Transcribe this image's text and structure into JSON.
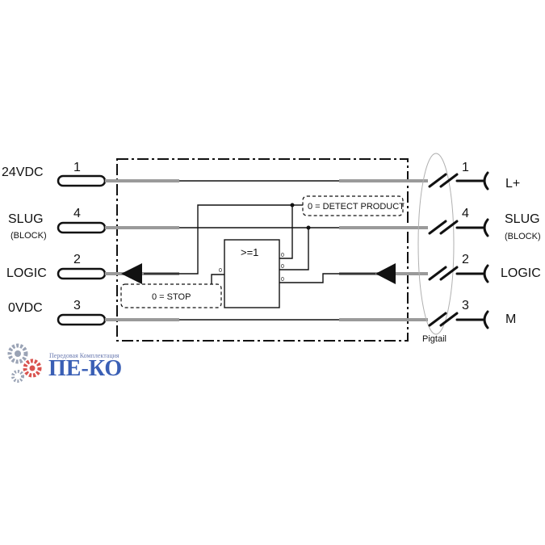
{
  "colors": {
    "line": "#111111",
    "wire_grey": "#9a9a9a",
    "logo_blue": "#3a5fb5",
    "logo_gear_grey": "#9aa3b5",
    "logo_gear_red": "#d9534f"
  },
  "left_pins": [
    {
      "label": "24VDC",
      "num": "1",
      "sub": ""
    },
    {
      "label": "SLUG",
      "num": "4",
      "sub": "(BLOCK)"
    },
    {
      "label": "LOGIC",
      "num": "2",
      "sub": ""
    },
    {
      "label": "0VDC",
      "num": "3",
      "sub": ""
    }
  ],
  "right_pins": [
    {
      "label": "L+",
      "num": "1",
      "sub": ""
    },
    {
      "label": "SLUG",
      "num": "4",
      "sub": "(BLOCK)"
    },
    {
      "label": "LOGIC",
      "num": "2",
      "sub": ""
    },
    {
      "label": "M",
      "num": "3",
      "sub": ""
    }
  ],
  "gate": {
    "label": ">=1",
    "input_zero": "0",
    "output_zeros": [
      "0",
      "0",
      "0"
    ]
  },
  "annotations": {
    "detect": "0 = DETECT PRODUCT",
    "stop": "0 = STOP",
    "pigtail": "Pigtail"
  },
  "logo": {
    "text": "ПЕ-КО",
    "subtitle": "Передовая Комплектация",
    "icon": "gear-icon"
  }
}
